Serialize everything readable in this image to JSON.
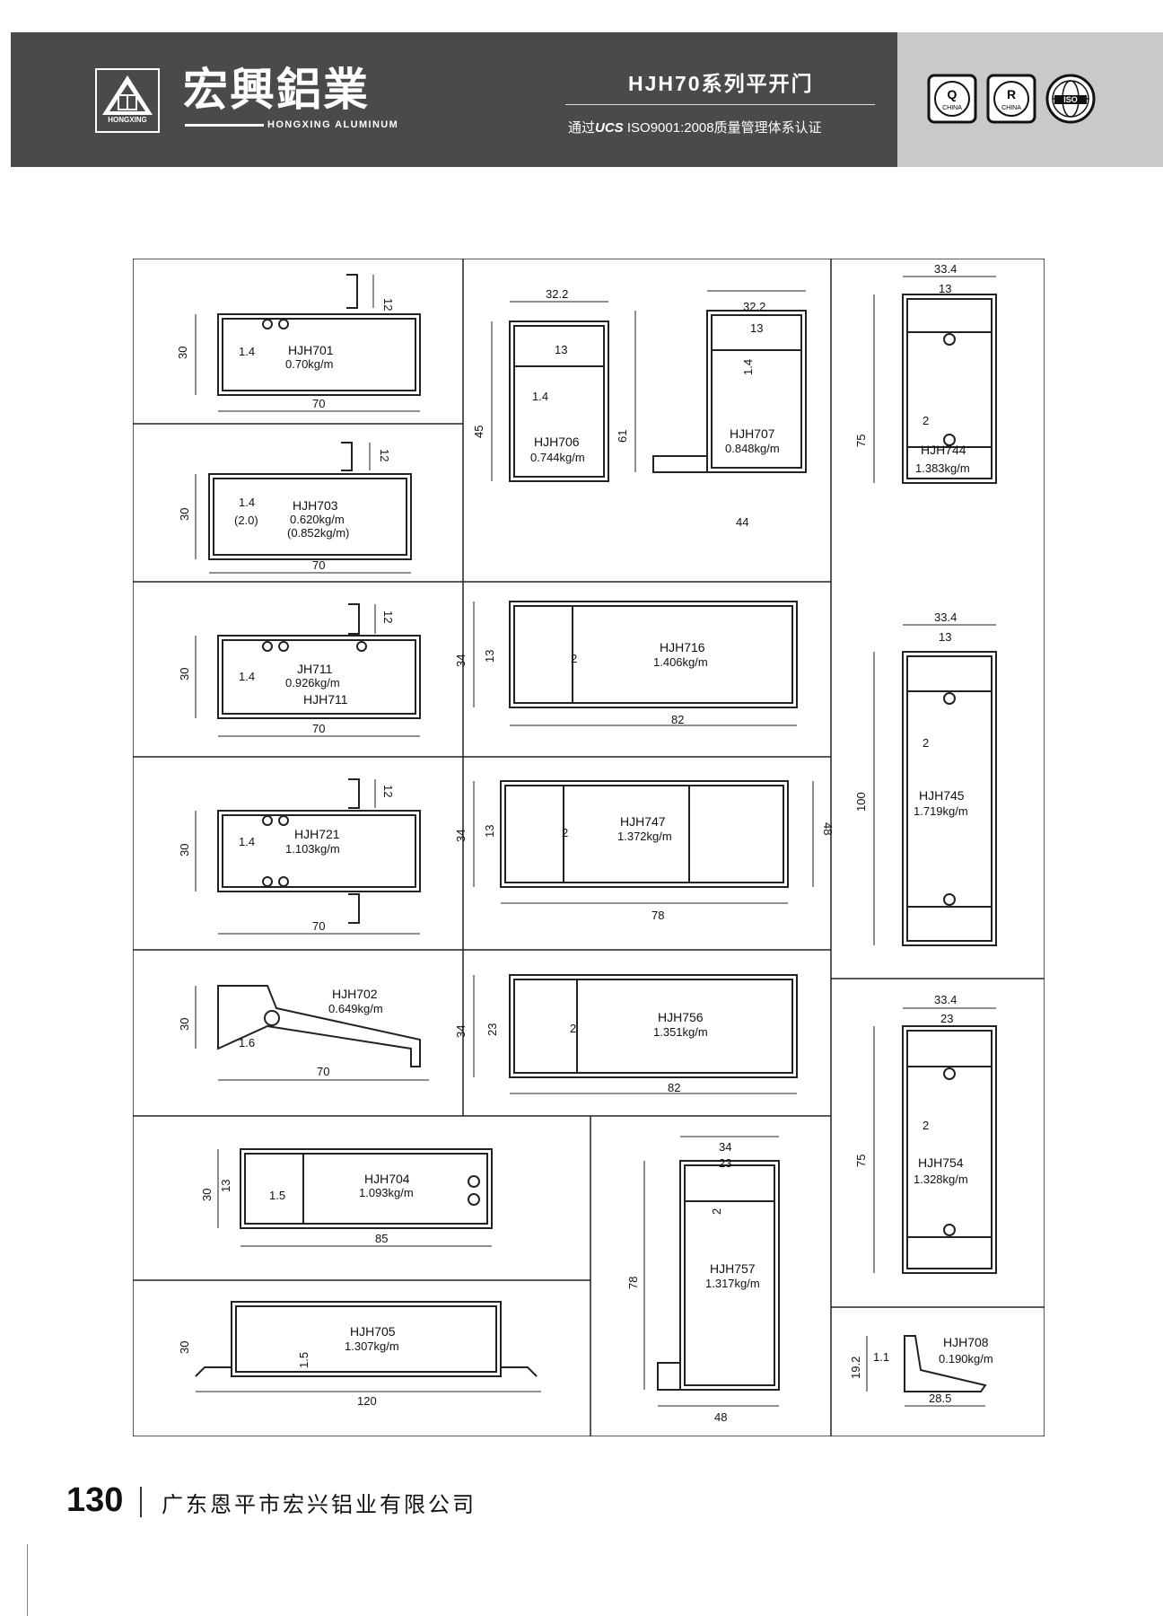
{
  "header": {
    "brand_cn": "宏興鋁業",
    "brand_en": "HONGXING ALUMINUM",
    "logo_en": "HONGXING",
    "series_title": "HJH70系列平开门",
    "cert_prefix": "通过",
    "cert_ucs": "UCS",
    "cert_suffix": " ISO9001:2008质量管理体系认证",
    "badges": [
      {
        "icon": "quality-q-china-badge-icon",
        "letter": "Q",
        "label": "CHINA"
      },
      {
        "icon": "registered-r-china-badge-icon",
        "letter": "R",
        "label": "CHINA"
      },
      {
        "icon": "iso-globe-badge-icon",
        "letter": "ISO",
        "label": ""
      }
    ]
  },
  "profiles": [
    {
      "model": "HJH701",
      "weight": "0.70kg/m",
      "dims": [
        "30",
        "1.4",
        "70",
        "12"
      ]
    },
    {
      "model": "HJH703",
      "weight": "0.620kg/m",
      "weight2": "(0.852kg/m)",
      "dims": [
        "30",
        "1.4",
        "(2.0)",
        "70",
        "12"
      ]
    },
    {
      "model": "HJH711",
      "alias": "JH711",
      "weight": "0.926kg/m",
      "dims": [
        "30",
        "1.4",
        "70",
        "12"
      ]
    },
    {
      "model": "HJH721",
      "weight": "1.103kg/m",
      "dims": [
        "30",
        "1.4",
        "70",
        "12"
      ]
    },
    {
      "model": "HJH702",
      "weight": "0.649kg/m",
      "dims": [
        "30",
        "1.6",
        "70"
      ]
    },
    {
      "model": "HJH704",
      "weight": "1.093kg/m",
      "dims": [
        "30",
        "13",
        "1.5",
        "85"
      ]
    },
    {
      "model": "HJH705",
      "weight": "1.307kg/m",
      "dims": [
        "30",
        "1.5",
        "120"
      ]
    },
    {
      "model": "HJH706",
      "weight": "0.744kg/m",
      "dims": [
        "32.2",
        "13",
        "1.4",
        "45"
      ]
    },
    {
      "model": "HJH707",
      "weight": "0.848kg/m",
      "dims": [
        "32.2",
        "13",
        "1.4",
        "61",
        "44"
      ]
    },
    {
      "model": "HJH716",
      "weight": "1.406kg/m",
      "dims": [
        "34",
        "13",
        "2",
        "82"
      ]
    },
    {
      "model": "HJH747",
      "weight": "1.372kg/m",
      "dims": [
        "34",
        "13",
        "2",
        "48",
        "78"
      ]
    },
    {
      "model": "HJH756",
      "weight": "1.351kg/m",
      "dims": [
        "34",
        "23",
        "2",
        "82"
      ]
    },
    {
      "model": "HJH757",
      "weight": "1.317kg/m",
      "dims": [
        "34",
        "23",
        "2",
        "78",
        "48"
      ]
    },
    {
      "model": "HJH744",
      "weight": "1.383kg/m",
      "dims": [
        "33.4",
        "13",
        "2",
        "75"
      ]
    },
    {
      "model": "HJH745",
      "weight": "1.719kg/m",
      "dims": [
        "33.4",
        "13",
        "2",
        "100"
      ]
    },
    {
      "model": "HJH754",
      "weight": "1.328kg/m",
      "dims": [
        "33.4",
        "23",
        "2",
        "75"
      ]
    },
    {
      "model": "HJH708",
      "weight": "0.190kg/m",
      "dims": [
        "19.2",
        "1.1",
        "28.5"
      ]
    }
  ],
  "footer": {
    "page_number": "130",
    "company": "广东恩平市宏兴铝业有限公司"
  }
}
